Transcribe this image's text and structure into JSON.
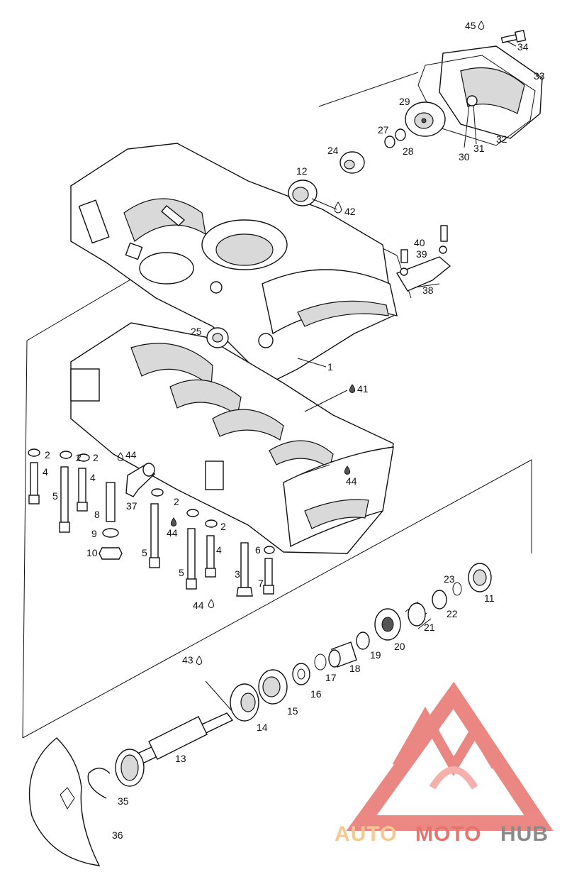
{
  "labels": {
    "l1": "1",
    "l2a": "2",
    "l2b": "2",
    "l2c": "2",
    "l2d": "2",
    "l3": "3",
    "l4a": "4",
    "l4b": "4",
    "l4c": "4",
    "l5a": "5",
    "l5b": "5",
    "l5c": "5",
    "l6": "6",
    "l7": "7",
    "l8": "8",
    "l9": "9",
    "l10": "10",
    "l11": "11",
    "l12": "12",
    "l13": "13",
    "l14": "14",
    "l15": "15",
    "l16": "16",
    "l17": "17",
    "l18": "18",
    "l19": "19",
    "l20": "20",
    "l21": "21",
    "l22": "22",
    "l23": "23",
    "l24": "24",
    "l25": "25",
    "l27": "27",
    "l28": "28",
    "l29": "29",
    "l30": "30",
    "l31": "31",
    "l32": "32",
    "l33": "33",
    "l34": "34",
    "l35": "35",
    "l36": "36",
    "l37": "37",
    "l38": "38",
    "l39": "39",
    "l40": "40",
    "l41": "41",
    "l42": "42",
    "l43": "43",
    "l44a": "44",
    "l44b": "44",
    "l44c": "44",
    "l44d": "44",
    "l45": "45"
  },
  "watermark": {
    "part1": "AUTO",
    "part2": "MOTO",
    "part3": "HUB",
    "color_light": "#f7c88f",
    "color_red": "#e8736e",
    "color_gray": "#8a8a8a"
  }
}
